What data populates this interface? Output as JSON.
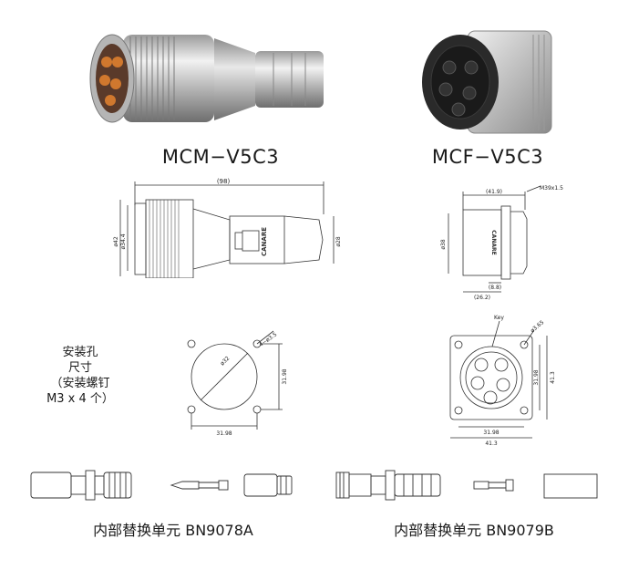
{
  "products": {
    "left_model": "MCM−V5C3",
    "right_model": "MCF−V5C3"
  },
  "drawing_left": {
    "overall_length": "(98)",
    "dia_1": "ø42",
    "dia_2": "ø34.4",
    "dia_3": "ø28",
    "brand_mark": "CANARE"
  },
  "drawing_right": {
    "length": "(41.9)",
    "thread": "M39x1.5",
    "dia_1": "ø38",
    "offset_1": "(8.8)",
    "offset_2": "(26.2)",
    "brand_mark": "CANARE"
  },
  "mounting_note": {
    "line1": "安装孔",
    "line2": "尺寸",
    "line3": "（安装螺钉",
    "line4": "M3 x 4 个）"
  },
  "panel_left": {
    "hole_dia": "4−ø3.5",
    "circle_dia": "ø32",
    "spacing_v": "31.98",
    "spacing_h": "31.98"
  },
  "panel_right": {
    "key_label": "Key",
    "hole_dia": "ø3.65",
    "spacing_v": "31.98",
    "height": "41.3",
    "spacing_h": "31.98",
    "width": "41.3"
  },
  "parts": {
    "left_caption": "内部替换单元 BN9078A",
    "right_caption": "内部替换单元 BN9079B"
  }
}
